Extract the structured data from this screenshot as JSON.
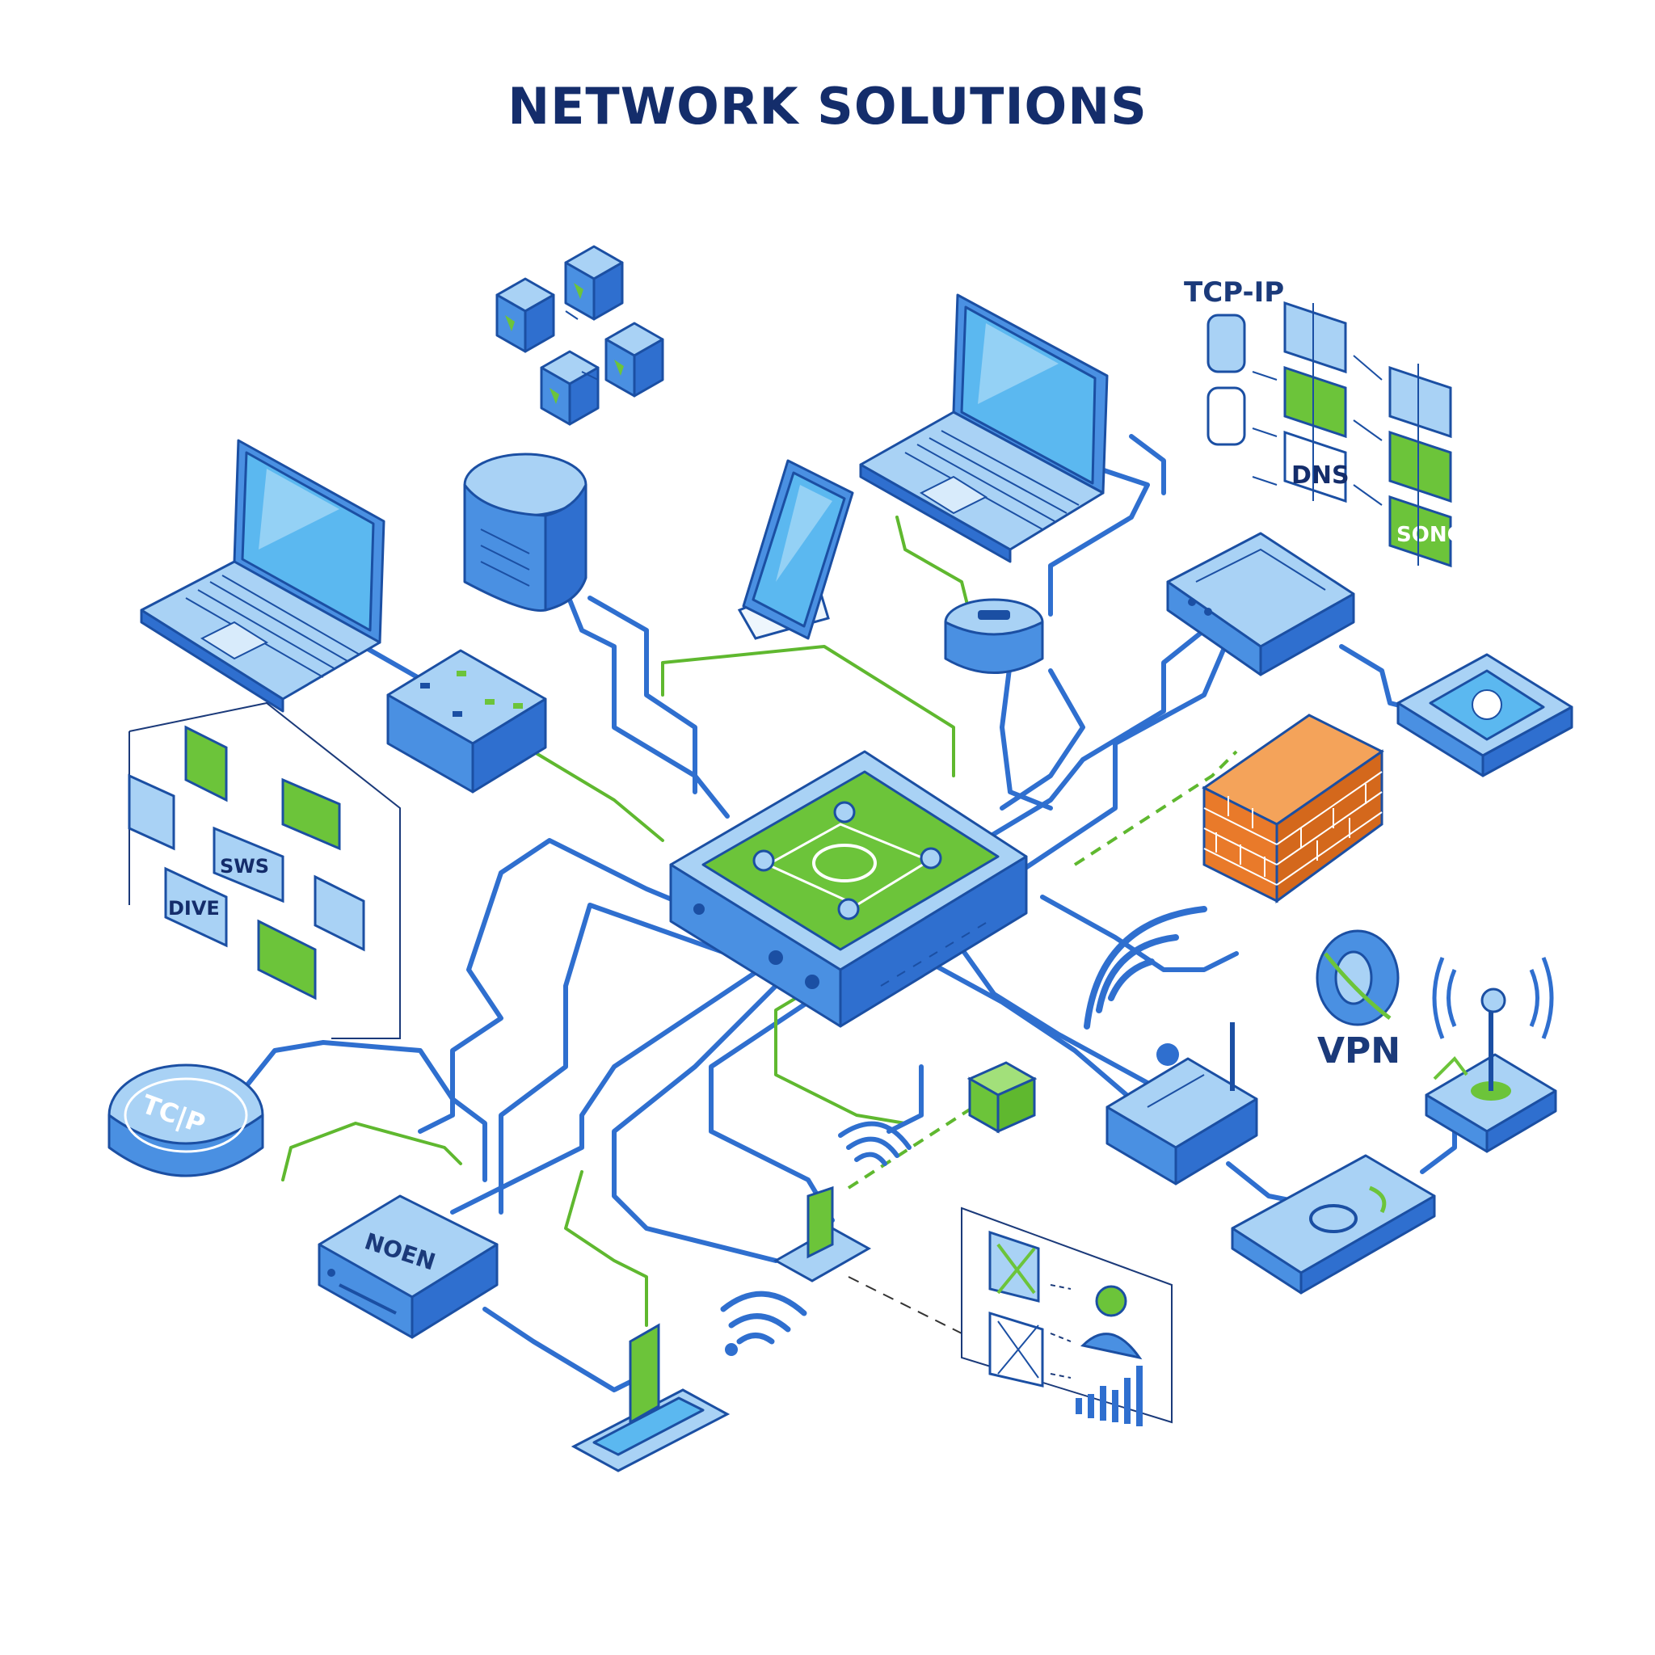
{
  "title": "NETWORK SOLUTIONS",
  "labels": {
    "tcp_ip_flow": "TCP-IP",
    "dns": "DNS",
    "sonc": "SONC",
    "vpn": "VPN",
    "tcp_disk": "TC|P",
    "modem": "NOEN",
    "sws": "SWS",
    "dive": "DIVE"
  },
  "colors": {
    "line_blue": "#2f6fcf",
    "device_blue": "#4a90e2",
    "device_light": "#a9d2f5",
    "outline": "#1b4fa3",
    "accent_green": "#6cc43a",
    "brick_orange": "#e97a2a",
    "title_navy": "#142d6b"
  },
  "icons": [
    "laptop-icon",
    "server-icon",
    "smartphone-icon",
    "router-icon",
    "switch-icon",
    "firewall-icon",
    "wifi-icon",
    "cloud-storage-icon",
    "vpn-icon",
    "antenna-icon",
    "tablet-icon",
    "monitor-icon"
  ]
}
